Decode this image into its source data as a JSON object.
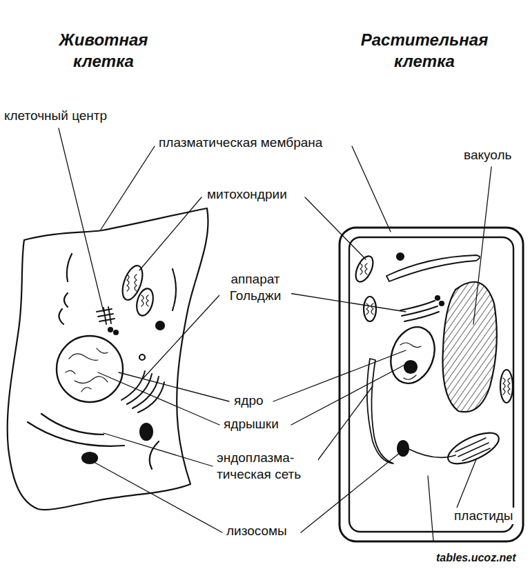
{
  "diagram": {
    "nodes": [
      {
        "text": [
          "Животная клетка"
        ]
      },
      {
        "text": [
          "Растительная клетка"
        ]
      }
    ],
    "labels": [
      "клеточный центр",
      "плазматическая мембрана",
      "митохондрии",
      "аппарат Гольджи",
      "ядро",
      "ядрышки",
      "эндоплазма- тическая сеть",
      "лизосомы",
      "вакуоль",
      "пластиды",
      "tables.ucoz.net"
    ]
  }
}
